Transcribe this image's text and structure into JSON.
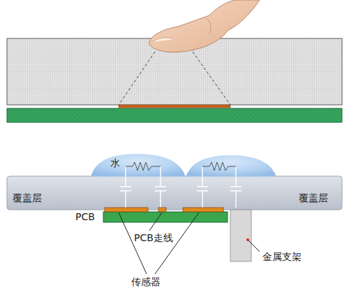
{
  "diagram": {
    "labels": [
      "水",
      "覆盖层",
      "覆盖层",
      "PCB",
      "PCB走线",
      "传感器",
      "金属支架"
    ]
  }
}
